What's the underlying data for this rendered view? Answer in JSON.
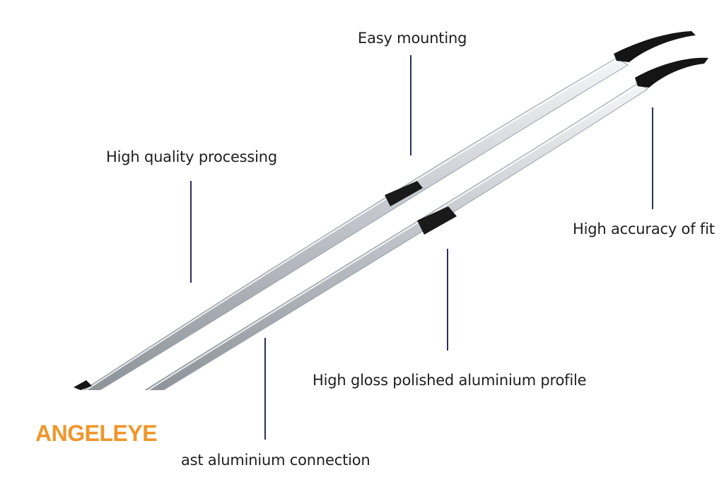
{
  "labels": {
    "easy_mounting": "Easy mounting",
    "quality_processing": "High quality processing",
    "accuracy_fit": "High accuracy of fit",
    "gloss_profile": "High gloss polished aluminium profile",
    "cast_connection": "ast aluminium connection"
  },
  "brand": {
    "name": "ANGELEYE",
    "color": "#f0962b"
  },
  "colors": {
    "leader": "#2a2f5e",
    "rail": "#c8ccd1",
    "end_cap": "#151515"
  }
}
